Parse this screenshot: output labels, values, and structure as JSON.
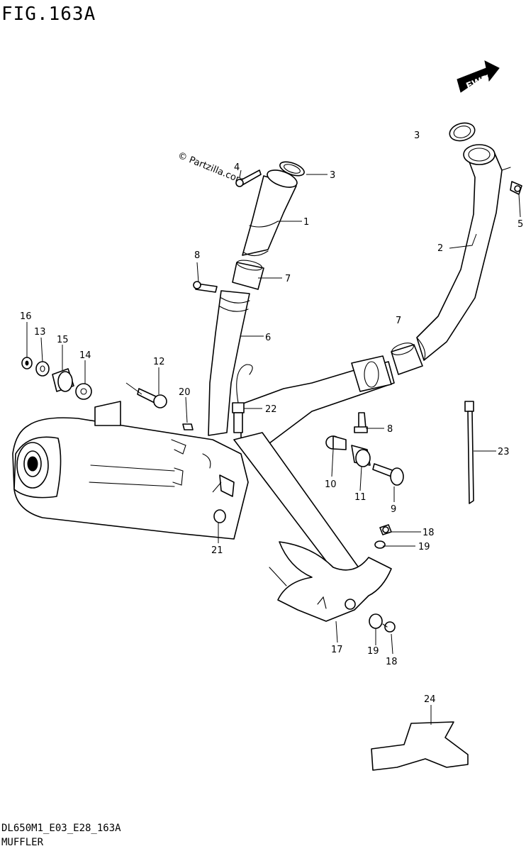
{
  "figure": {
    "title": "FIG.163A",
    "watermark": "© Partzilla.com",
    "direction_label": "FWD",
    "footer_code": "DL650M1_E03_E28_163A",
    "footer_name": "MUFFLER"
  },
  "callouts": [
    {
      "id": "c1",
      "label": "1"
    },
    {
      "id": "c2",
      "label": "2"
    },
    {
      "id": "c3a",
      "label": "3"
    },
    {
      "id": "c3b",
      "label": "3"
    },
    {
      "id": "c4",
      "label": "4"
    },
    {
      "id": "c5",
      "label": "5"
    },
    {
      "id": "c6",
      "label": "6"
    },
    {
      "id": "c7a",
      "label": "7"
    },
    {
      "id": "c7b",
      "label": "7"
    },
    {
      "id": "c8a",
      "label": "8"
    },
    {
      "id": "c8b",
      "label": "8"
    },
    {
      "id": "c9",
      "label": "9"
    },
    {
      "id": "c10",
      "label": "10"
    },
    {
      "id": "c11",
      "label": "11"
    },
    {
      "id": "c12",
      "label": "12"
    },
    {
      "id": "c13",
      "label": "13"
    },
    {
      "id": "c14",
      "label": "14"
    },
    {
      "id": "c15",
      "label": "15"
    },
    {
      "id": "c16",
      "label": "16"
    },
    {
      "id": "c17",
      "label": "17"
    },
    {
      "id": "c18a",
      "label": "18"
    },
    {
      "id": "c18b",
      "label": "18"
    },
    {
      "id": "c19a",
      "label": "19"
    },
    {
      "id": "c19b",
      "label": "19"
    },
    {
      "id": "c20",
      "label": "20"
    },
    {
      "id": "c21",
      "label": "21"
    },
    {
      "id": "c22",
      "label": "22"
    },
    {
      "id": "c23",
      "label": "23"
    },
    {
      "id": "c24",
      "label": "24"
    }
  ]
}
